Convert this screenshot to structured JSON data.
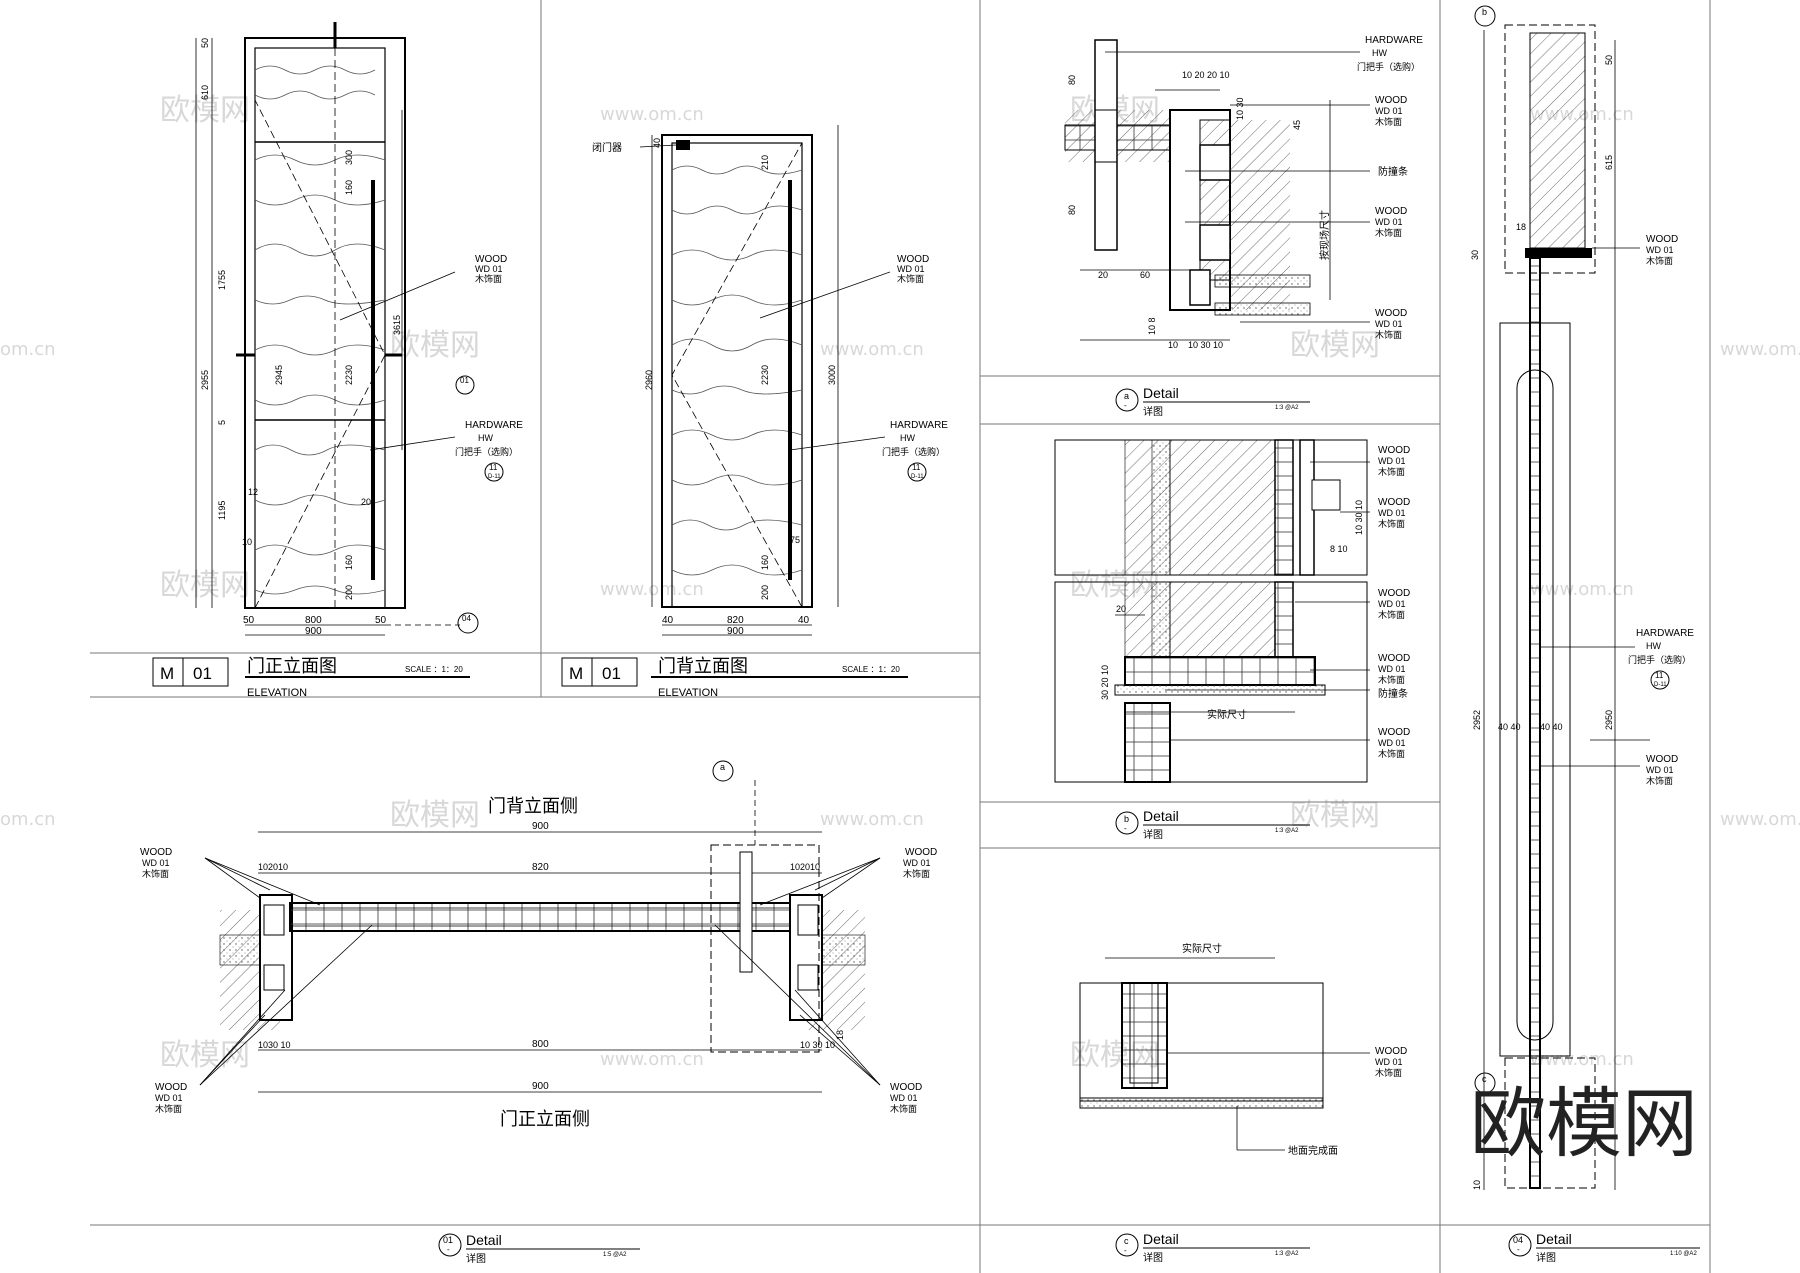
{
  "labels": {
    "wood": "WOOD",
    "wd01": "WD 01",
    "wood_cn": "木饰面",
    "hardware": "HARDWARE",
    "hw": "HW",
    "hw_cn": "门把手（选购）",
    "closer": "闭门器",
    "bumper": "防撞条",
    "actual": "实际尺寸",
    "site": "按现场尺寸",
    "floor": "地面完成面",
    "elevation_en": "ELEVATION",
    "scale": "SCALE ：1：20",
    "m": "M",
    "num01": "01",
    "detail_en": "Detail",
    "detail_cn": "详图",
    "sym_11": "11",
    "sym_d11": "D-11",
    "sym_01": "01",
    "sym_04": "04",
    "sym_a": "a",
    "sym_b": "b",
    "sym_c": "c",
    "sym_dash": "-"
  },
  "front_elevation": {
    "title": "门正立面图",
    "dims": {
      "top": "50",
      "upper": "610",
      "mid": "1755",
      "total": "2955",
      "five": "5",
      "low": "1195",
      "w_total": "900",
      "w_door": "800",
      "w_l": "50",
      "w_r": "50",
      "d2945": "2945",
      "d2230": "2230",
      "d3615": "3615",
      "d300": "300",
      "d160a": "160",
      "d160b": "160",
      "d200": "200",
      "d20": "20",
      "d10": "10",
      "d12": "12"
    }
  },
  "back_elevation": {
    "title": "门背立面图",
    "dims": {
      "total": "2960",
      "h3000": "3000",
      "w_total": "900",
      "w_door": "820",
      "w_l": "40",
      "w_r": "40",
      "d2230": "2230",
      "d210": "210",
      "d160": "160",
      "d200": "200",
      "d40": "40",
      "d75": "75"
    }
  },
  "plan": {
    "top_title": "门背立面侧",
    "bottom_title": "门正立面侧",
    "dims": {
      "top_total": "900",
      "top_inner": "820",
      "bot_inner": "800",
      "bot_total": "900",
      "l_top": "102010",
      "r_top": "102010",
      "l_bot": "1030 10",
      "r_bot": "10 30 10",
      "d18": "18"
    },
    "scale": "1:5 @A2"
  },
  "detail_a": {
    "dims": {
      "d80a": "80",
      "d80b": "80",
      "d45": "45",
      "d20": "20",
      "d60": "60",
      "d10_20_20_10": "10 20 20 10",
      "d10_30": "10 30",
      "bot": "10 30 10",
      "d10_8": "10 8",
      "d10b": "10"
    },
    "scale": "1:3 @A2"
  },
  "detail_b": {
    "dims": {
      "d20": "20",
      "d30_20_10": "30 20 10",
      "d10_30_10": "10 30 10",
      "d8_10": "8 10"
    },
    "scale": "1:3 @A2"
  },
  "detail_c": {
    "scale": "1:3 @A2"
  },
  "section_04": {
    "dims": {
      "h2952": "2952",
      "h2950": "2950",
      "d615": "615",
      "d50": "50",
      "d18": "18",
      "d30": "30",
      "d40s": "40 40",
      "d10": "10"
    },
    "scale": "1:10 @A2"
  },
  "watermarks": {
    "site": "www.om.cn",
    "brand": "欧模网",
    "partial": "om.cn"
  }
}
